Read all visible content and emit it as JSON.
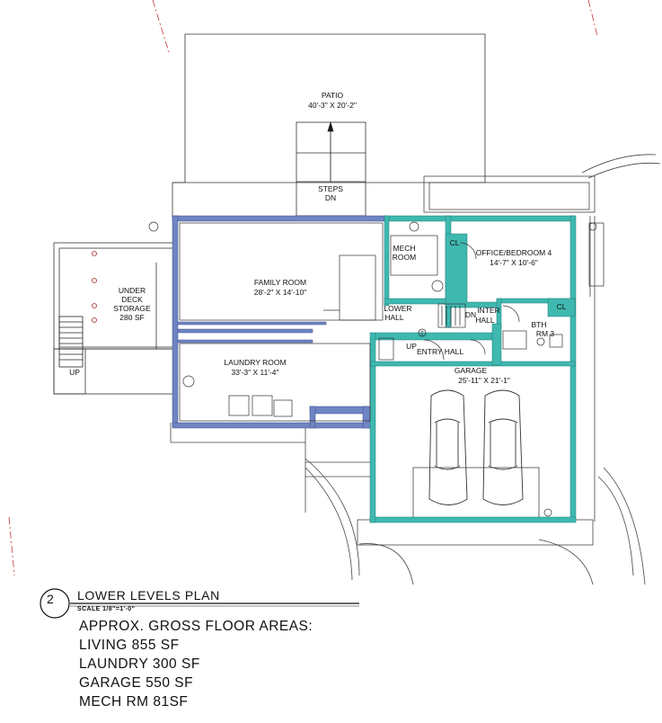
{
  "rooms": {
    "patio": {
      "name": "PATIO",
      "dims": "40'-3\" X 20'-2\""
    },
    "steps": {
      "name": "STEPS",
      "dir": "DN"
    },
    "under_deck": {
      "l1": "UNDER",
      "l2": "DECK",
      "l3": "STORAGE",
      "l4": "280 SF"
    },
    "family": {
      "name": "FAMILY ROOM",
      "dims": "28'-2\" X 14'-10\""
    },
    "mech": {
      "l1": "MECH",
      "l2": "ROOM"
    },
    "office": {
      "name": "OFFICE/BEDROOM 4",
      "dims": "14'-7\" X 10'-6\""
    },
    "closet": "CL",
    "closet2": "CL",
    "lower_hall": {
      "l1": "LOWER",
      "l2": "HALL"
    },
    "inter_hall": {
      "l1": "INTER",
      "l2": "HALL"
    },
    "bath": {
      "l1": "BTH",
      "l2": "RM 3"
    },
    "entry_hall": "ENTRY HALL",
    "laundry": {
      "name": "LAUNDRY ROOM",
      "dims": "33'-3\" X 11'-4\""
    },
    "garage": {
      "name": "GARAGE",
      "dims": "25'-11\" X 21'-1\""
    },
    "up_left": "UP",
    "up_entry": "UP",
    "dn_hall": "DN",
    "t_mark": "T"
  },
  "title_block": {
    "number": "2",
    "title": "LOWER LEVELS PLAN",
    "scale": "SCALE 1/8\"=1'-0\""
  },
  "areas": {
    "heading": "APPROX. GROSS FLOOR AREAS:",
    "living": "LIVING 855 SF",
    "laundry": "LAUNDRY 300 SF",
    "garage": "GARAGE 550 SF",
    "mech": "MECH RM 81SF"
  },
  "colors": {
    "living_wall": "#6f85c4",
    "garage_wall": "#3fb8b0",
    "linework": "#222222",
    "accent_red": "#cc2222"
  }
}
